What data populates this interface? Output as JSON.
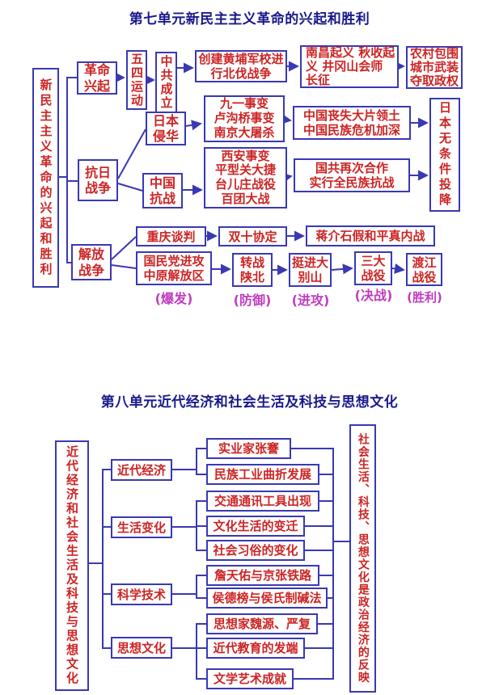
{
  "colors": {
    "line_blue": "#3939b4",
    "box_border_blue": "#3939b4",
    "text_red": "#cc2424",
    "title_navy": "#19198c",
    "stage_magenta": "#c03cc0",
    "background": "#ffffff"
  },
  "u7": {
    "title": "第七单元新民主主义革命的兴起和胜利",
    "root": "新民主主义革命的兴起和胜利",
    "geming": "革命\n兴起",
    "wusi": "五四运动",
    "zhonggong": "中共成立",
    "huangpu": "创建黄埔军校进\n行北伐战争",
    "nanchang": "南昌起义 秋收起\n义 井冈山会师\n长征",
    "nongcun": "农村包围\n城市武装\n夺取政权",
    "kangri": "抗日\n战争",
    "riben_qinhua": "日本\n侵华",
    "zh_kangzhan": "中国\n抗战",
    "jiuyiba": "九一事变\n卢沟桥事变\n南京大屠杀",
    "sangshi": "中国丧失大片领土\n中国民族危机加深",
    "xian": "西安事变\n平型关大捷\n台儿庄战役\n百团大战",
    "guogong": "国共再次合作\n实行全民族抗战",
    "touxiang": "日本无条件投降",
    "jiefang": "解放\n战争",
    "chongqing": "重庆谈判",
    "shuangshi": "双十协定",
    "jiang": "蒋介石假和平真内战",
    "guomindang": "国民党进攻\n中原解放区",
    "zhuanzhan": "转战\n陕北",
    "tingjin": "挺进大\n别山",
    "sanda": "三大\n战役",
    "dujiang": "渡江\n战役",
    "baofa": "(爆发)",
    "fangyu": "(防御)",
    "jingong": "(进攻)",
    "juezhan": "(决战)",
    "shengli": "(胜利)"
  },
  "u8": {
    "title": "第八单元近代经济和社会生活及科技与思想文化",
    "root": "近代经济和社会生活及科技与思想文化",
    "jingji": "近代经济",
    "shenghuo": "生活变化",
    "kexue": "科学技术",
    "sixiang": "思想文化",
    "shiyejia": "实业家张謇",
    "minzu": "民族工业曲折发展",
    "jiaotong": "交通通讯工具出现",
    "wenhua": "文化生活的变迁",
    "shehui": "社会习俗的变化",
    "zhantianyou": "詹天佑与京张铁路",
    "houdebang": "侯德榜与侯氏制碱法",
    "weiyuan": "思想家魏源、严复",
    "jiaoyu": "近代教育的发端",
    "wenxue": "文学艺术成就",
    "conclusion": "社会生活、科技、思想文化是政治经济的反映"
  }
}
